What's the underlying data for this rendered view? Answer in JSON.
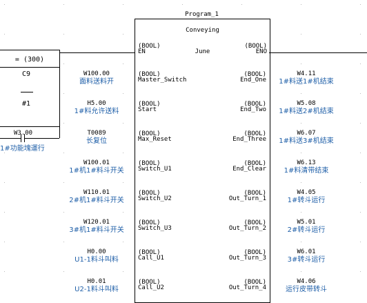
{
  "block": {
    "instance_name": "Program_1",
    "type_name": "Conveying",
    "comment": "June",
    "en_type": "(BOOL)",
    "en": "EN",
    "eno_type": "(BOOL)",
    "eno": "ENO"
  },
  "compare": {
    "expr": "= (300)",
    "operand": "C9",
    "constant": "#1",
    "contact_addr": "W3.00",
    "contact_comment": "1#功能塊運行"
  },
  "inputs": [
    {
      "addr": "W100.00",
      "comment": "面料送料开",
      "type": "(BOOL)",
      "param": "Master_Switch"
    },
    {
      "addr": "H5.00",
      "comment": "1#料允许送料",
      "type": "(BOOL)",
      "param": "Start"
    },
    {
      "addr": "T0089",
      "comment": "长复位",
      "type": "(BOOL)",
      "param": "Max_Reset"
    },
    {
      "addr": "W100.01",
      "comment": "1#机1#料斗开关",
      "type": "(BOOL)",
      "param": "Switch_U1"
    },
    {
      "addr": "W110.01",
      "comment": "2#机1#料斗开关",
      "type": "(BOOL)",
      "param": "Switch_U2"
    },
    {
      "addr": "W120.01",
      "comment": "3#机1#料斗开关",
      "type": "(BOOL)",
      "param": "Switch_U3"
    },
    {
      "addr": "H0.00",
      "comment": "U1-1料斗叫料",
      "type": "(BOOL)",
      "param": "Call_U1"
    },
    {
      "addr": "H0.01",
      "comment": "U2-1料斗叫料",
      "type": "(BOOL)",
      "param": "Call_U2"
    }
  ],
  "outputs": [
    {
      "addr": "W4.11",
      "comment": "1#料送1#机结束",
      "type": "(BOOL)",
      "param": "End_One"
    },
    {
      "addr": "W5.08",
      "comment": "1#料送2#机结束",
      "type": "(BOOL)",
      "param": "End_Two"
    },
    {
      "addr": "W6.07",
      "comment": "1#料送3#机结束",
      "type": "(BOOL)",
      "param": "End_Three"
    },
    {
      "addr": "W6.13",
      "comment": "1#料清带结束",
      "type": "(BOOL)",
      "param": "End_Clear"
    },
    {
      "addr": "W4.05",
      "comment": "1#转斗运行",
      "type": "(BOOL)",
      "param": "Out_Turn_1"
    },
    {
      "addr": "W5.01",
      "comment": "2#转斗运行",
      "type": "(BOOL)",
      "param": "Out_Turn_2"
    },
    {
      "addr": "W6.01",
      "comment": "3#转斗运行",
      "type": "(BOOL)",
      "param": "Out_Turn_3"
    },
    {
      "addr": "W4.06",
      "comment": "运行皮带转斗",
      "type": "(BOOL)",
      "param": "Out_Turn_4"
    }
  ],
  "colors": {
    "wire": "#000000",
    "comment_text": "#1f5fa8",
    "grid_dot": "#b8b8b8",
    "background": "#ffffff"
  }
}
